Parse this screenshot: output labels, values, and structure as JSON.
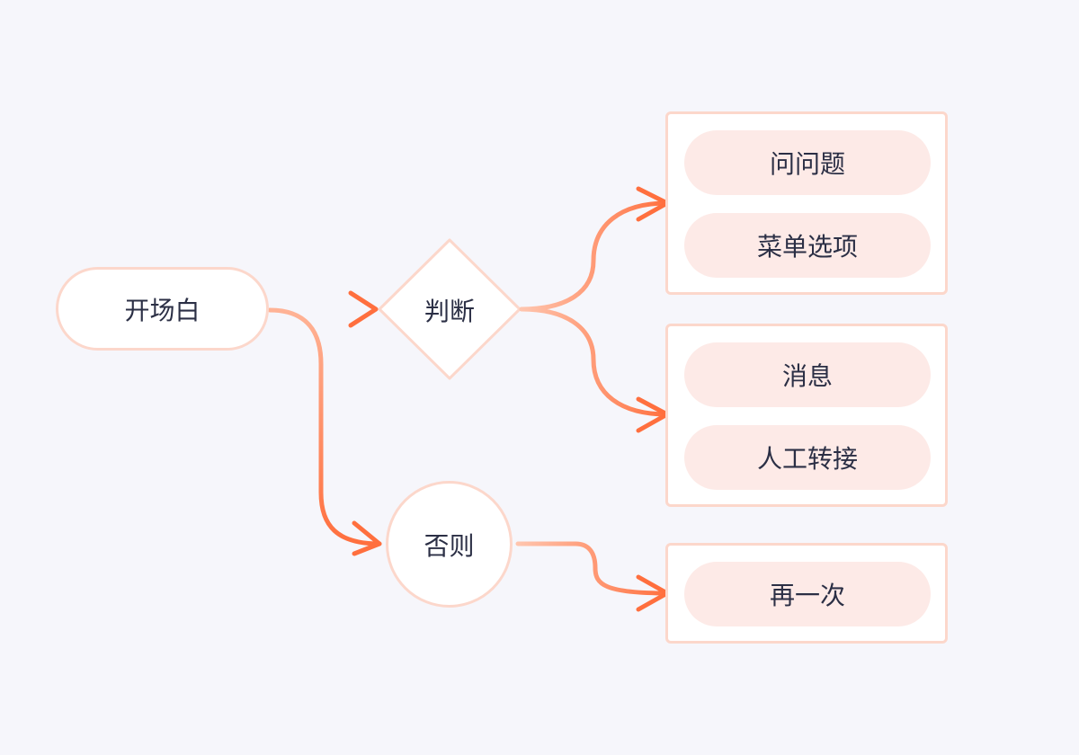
{
  "colors": {
    "background": "#f6f6fb",
    "node_border": "#fcd7cb",
    "option_fill": "#fdeae7",
    "arrow": "#ff6f3e",
    "arrow_light": "#ffc5ae",
    "text": "#2b2f45"
  },
  "nodes": {
    "start": "开场白",
    "decision": "判断",
    "else": "否则"
  },
  "groups": [
    {
      "options": [
        "问问题",
        "菜单选项"
      ]
    },
    {
      "options": [
        "消息",
        "人工转接"
      ]
    },
    {
      "options": [
        "再一次"
      ]
    }
  ]
}
